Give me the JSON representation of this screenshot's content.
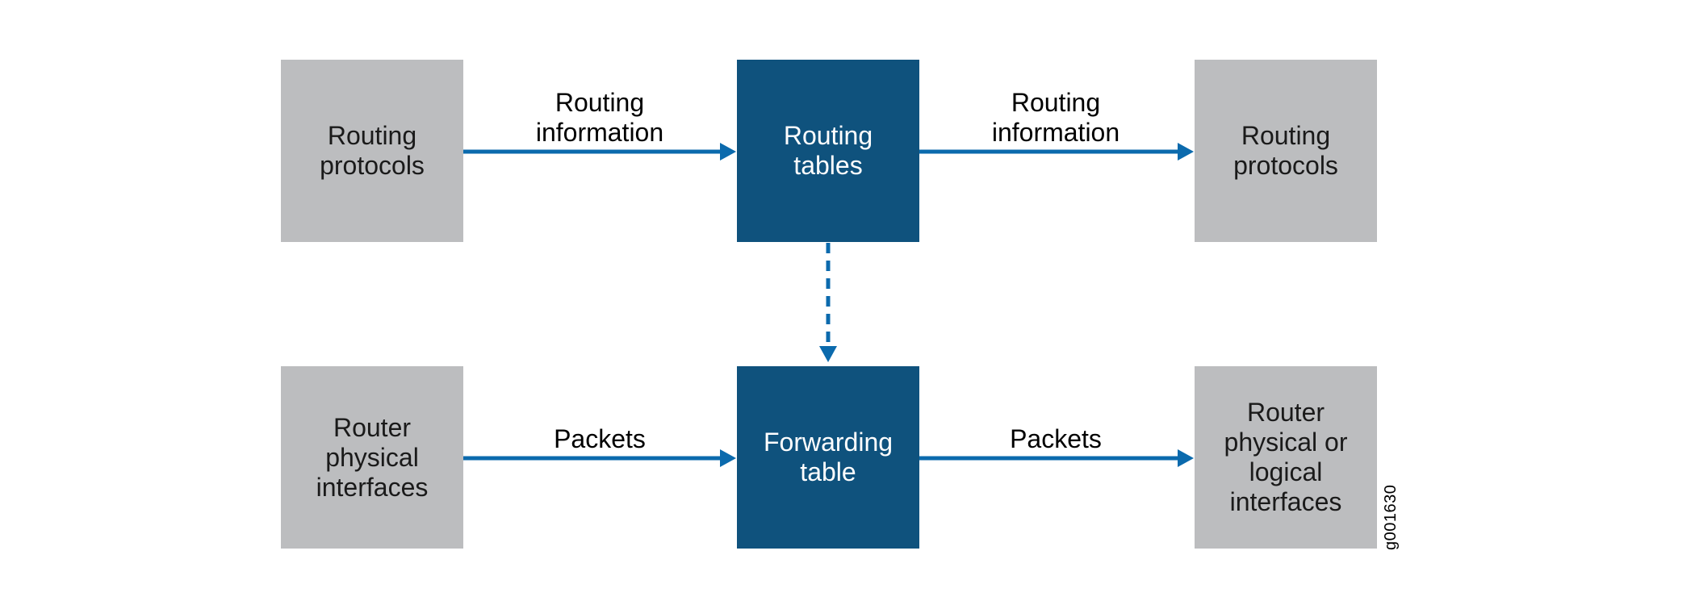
{
  "diagram": {
    "boxes": {
      "routing_protocols_left": "Routing\nprotocols",
      "routing_tables": "Routing\ntables",
      "routing_protocols_right": "Routing\nprotocols",
      "router_physical_interfaces": "Router\nphysical\ninterfaces",
      "forwarding_table": "Forwarding\ntable",
      "router_physical_or_logical_interfaces": "Router\nphysical or\nlogical\ninterfaces"
    },
    "arrow_labels": {
      "top_left": "Routing\ninformation",
      "top_right": "Routing\ninformation",
      "bottom_left": "Packets",
      "bottom_right": "Packets"
    },
    "figure_id": "g001630"
  },
  "colors": {
    "gray_box": "#bcbdbf",
    "blue_box": "#0f527d",
    "arrow": "#0b6aad",
    "text_dark": "#1a1a1a",
    "text_light": "#ffffff"
  }
}
